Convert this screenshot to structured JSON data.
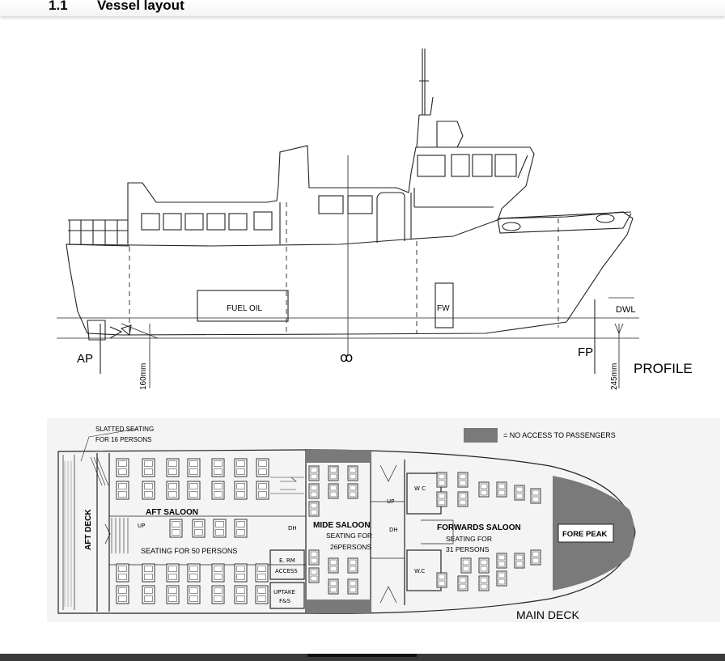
{
  "section": {
    "number": "1.1",
    "title": "Vessel layout"
  },
  "profile": {
    "title": "PROFILE",
    "ap": "AP",
    "fp": "FP",
    "dwl": "DWL",
    "fuel_oil": "FUEL OIL",
    "fw": "FW",
    "midship_symbol": "ꝏ",
    "aft_draft": "160mm",
    "fwd_draft": "245mm"
  },
  "deck": {
    "title": "MAIN DECK",
    "legend": "= NO ACCESS TO PASSENGERS",
    "slatted_line1": "SLATTED SEATING",
    "slatted_line2": "FOR 16 PERSONS",
    "aft_deck": "AFT DECK",
    "aft_saloon": "AFT SALOON",
    "aft_seating": "SEATING FOR 50 PERSONS",
    "mide_saloon": "MIDE SALOON",
    "mide_seating_1": "SEATING FOR",
    "mide_seating_2": "26PERSONS",
    "forwards_saloon": "FORWARDS SALOON",
    "fwd_seating_1": "SEATING FOR",
    "fwd_seating_2": "31 PERSONS",
    "fore_peak": "FORE PEAK",
    "up_left": "UP",
    "up_right": "UP",
    "dh_left": "DH",
    "dh_right": "DH",
    "wc_top": "W C",
    "wc_bottom": "W.C",
    "er_access_1": "E. RM",
    "er_access_2": "ACCESS",
    "uptake_1": "UPTAKE",
    "uptake_2": "F&S"
  },
  "colors": {
    "no_access": "#7a7a7a",
    "line": "#222222"
  }
}
